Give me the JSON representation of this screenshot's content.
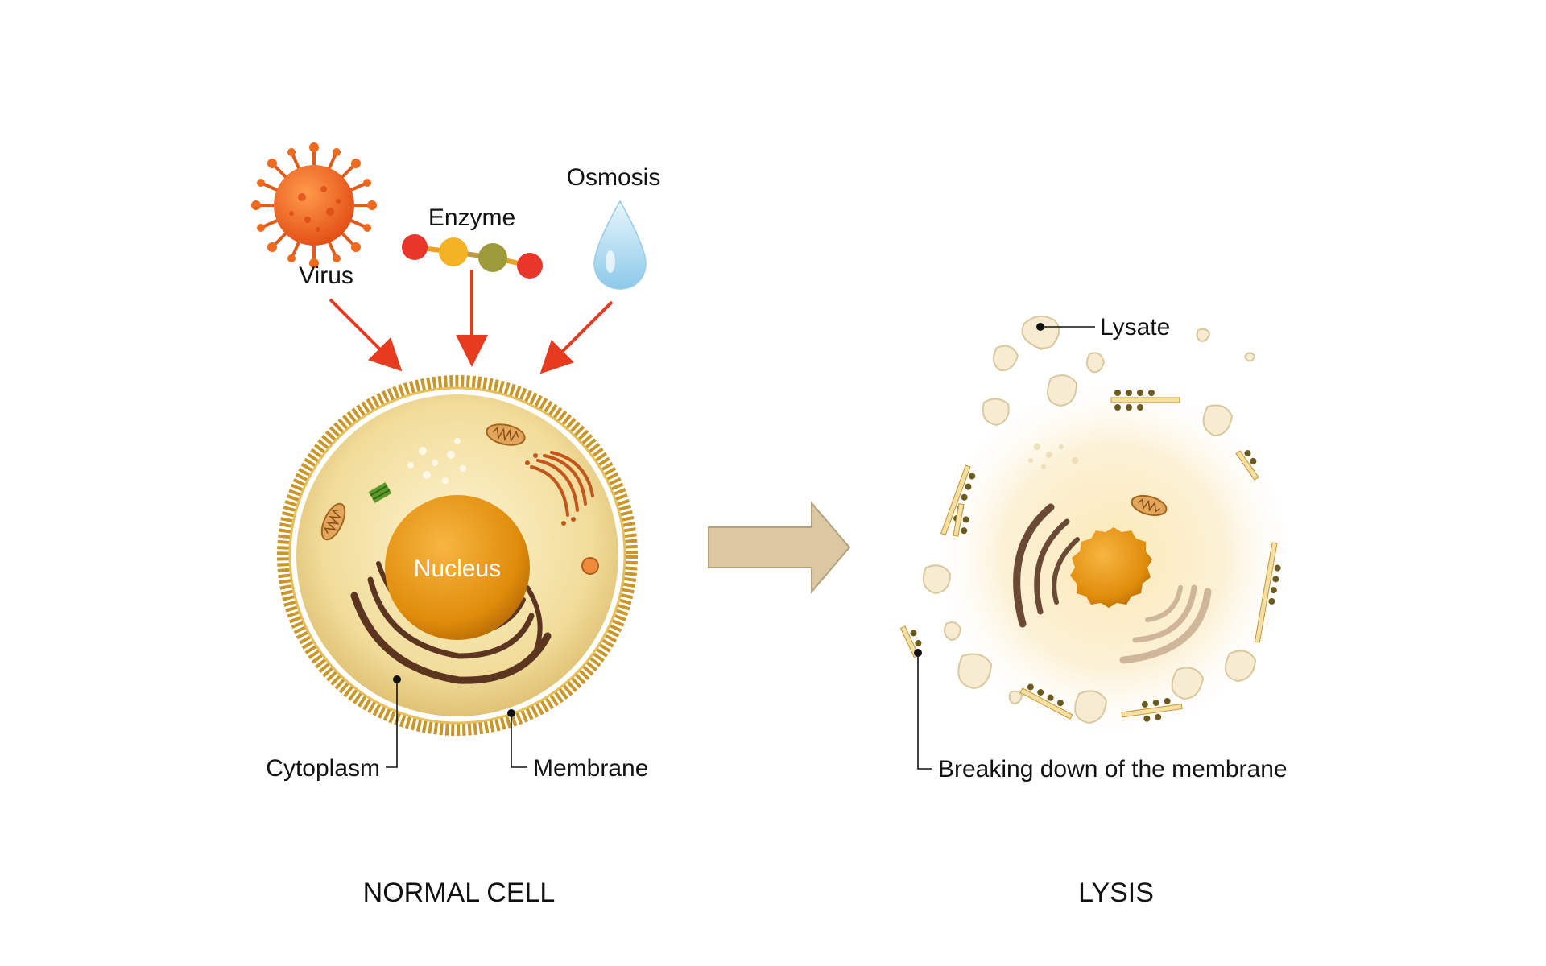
{
  "labels": {
    "virus": "Virus",
    "enzyme": "Enzyme",
    "osmosis": "Osmosis",
    "nucleus": "Nucleus",
    "cytoplasm": "Cytoplasm",
    "membrane": "Membrane",
    "lysate": "Lysate",
    "breaking_down": "Breaking down of the membrane",
    "normal_cell": "NORMAL CELL",
    "lysis": "LYSIS"
  },
  "colors": {
    "arrow_red": "#e63b1f",
    "membrane_gold": "#c9962a",
    "cytoplasm": "#f5e3a6",
    "nucleus": "#e89a12",
    "golgi": "#5b3520",
    "big_arrow": "#dcc7a3",
    "lysate_fill": "#f7ecd2",
    "virus": "#f06a1e",
    "water_drop": "#9fd2ee"
  },
  "icons": [
    "virus-icon",
    "enzyme-molecule-icon",
    "water-drop-icon",
    "mitochondrion-icon",
    "golgi-icon",
    "process-arrow-icon"
  ]
}
